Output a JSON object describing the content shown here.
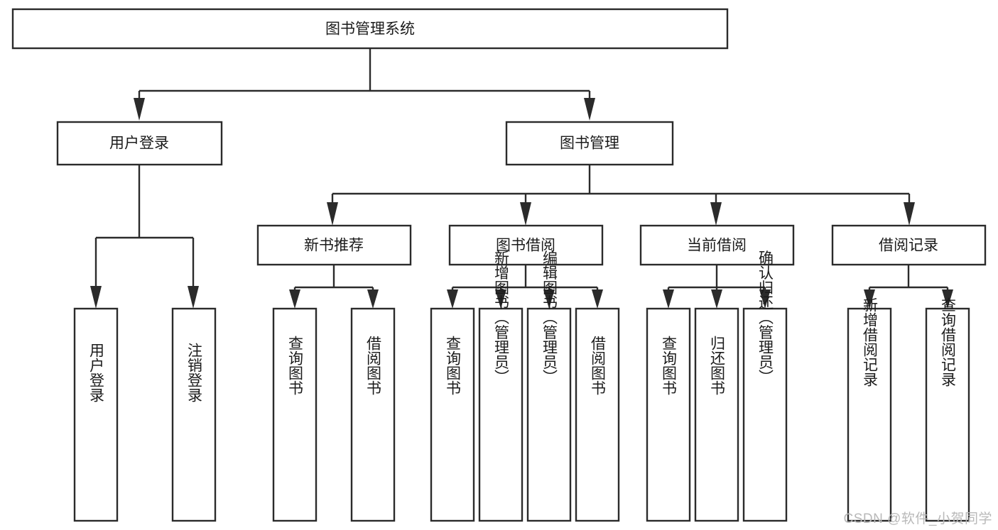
{
  "diagram": {
    "type": "tree",
    "title": "图书管理系统",
    "style": {
      "box_fill": "#ffffff",
      "box_stroke": "#2b2b2b",
      "text_color": "#1b1b1b",
      "watermark_color": "#b9b9b9"
    },
    "root": {
      "label": "图书管理系统"
    },
    "level1": [
      {
        "label": "用户登录"
      },
      {
        "label": "图书管理"
      }
    ],
    "level2": [
      {
        "label": "新书推荐"
      },
      {
        "label": "图书借阅"
      },
      {
        "label": "当前借阅"
      },
      {
        "label": "借阅记录"
      }
    ],
    "leaves": {
      "user_login": [
        {
          "label": "用户登录"
        },
        {
          "label": "注销登录"
        }
      ],
      "new_book_recommend": [
        {
          "label": "查询图书"
        },
        {
          "label": "借阅图书"
        }
      ],
      "book_borrow": [
        {
          "label": "查询图书"
        },
        {
          "label": "新增图书（管理员）"
        },
        {
          "label": "编辑图书（管理员）"
        },
        {
          "label": "借阅图书"
        }
      ],
      "current_borrow": [
        {
          "label": "查询图书"
        },
        {
          "label": "归还图书"
        },
        {
          "label": "确认归还（管理员）"
        }
      ],
      "borrow_record": [
        {
          "label": "新增借阅记录"
        },
        {
          "label": "查询借阅记录"
        }
      ]
    }
  },
  "watermark": {
    "text": "CSDN @软件_小贺同学"
  }
}
